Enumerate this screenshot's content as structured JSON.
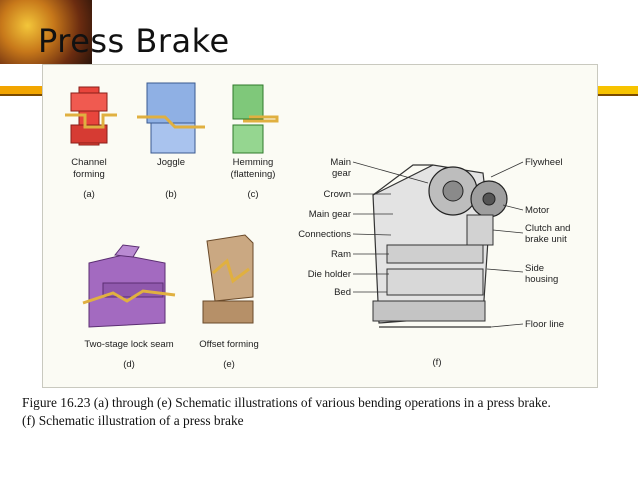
{
  "slide": {
    "title": "Press Brake"
  },
  "figure": {
    "panels": [
      {
        "name": "Channel forming",
        "line1": "Channel",
        "line2": "forming",
        "tag": "(a)",
        "color": "#e8453c"
      },
      {
        "name": "Joggle",
        "line1": "Joggle",
        "line2": "",
        "tag": "(b)",
        "color": "#8fb0e4"
      },
      {
        "name": "Hemming (flattening)",
        "line1": "Hemming",
        "line2": "(flattening)",
        "tag": "(c)",
        "color": "#7fc87a"
      },
      {
        "name": "Two-stage lock seam",
        "line1": "Two-stage lock seam",
        "line2": "",
        "tag": "(d)",
        "color": "#a36ac0"
      },
      {
        "name": "Offset forming",
        "line1": "Offset forming",
        "line2": "",
        "tag": "(e)",
        "color": "#caa882"
      }
    ],
    "machine": {
      "tag": "(f)",
      "labels_left": {
        "main_gear_top_1": "Main",
        "main_gear_top_2": "gear",
        "crown": "Crown",
        "main_gear": "Main gear",
        "connections": "Connections",
        "ram": "Ram",
        "die_holder": "Die holder",
        "bed": "Bed"
      },
      "labels_right": {
        "flywheel": "Flywheel",
        "motor": "Motor",
        "clutch_1": "Clutch and",
        "clutch_2": "brake unit",
        "side_1": "Side",
        "side_2": "housing",
        "floor_line": "Floor line"
      }
    }
  },
  "caption": {
    "line1": "Figure 16.23  (a) through (e)  Schematic illustrations of various bending operations in a press brake.",
    "line2": "(f)  Schematic illustration of a press brake"
  }
}
